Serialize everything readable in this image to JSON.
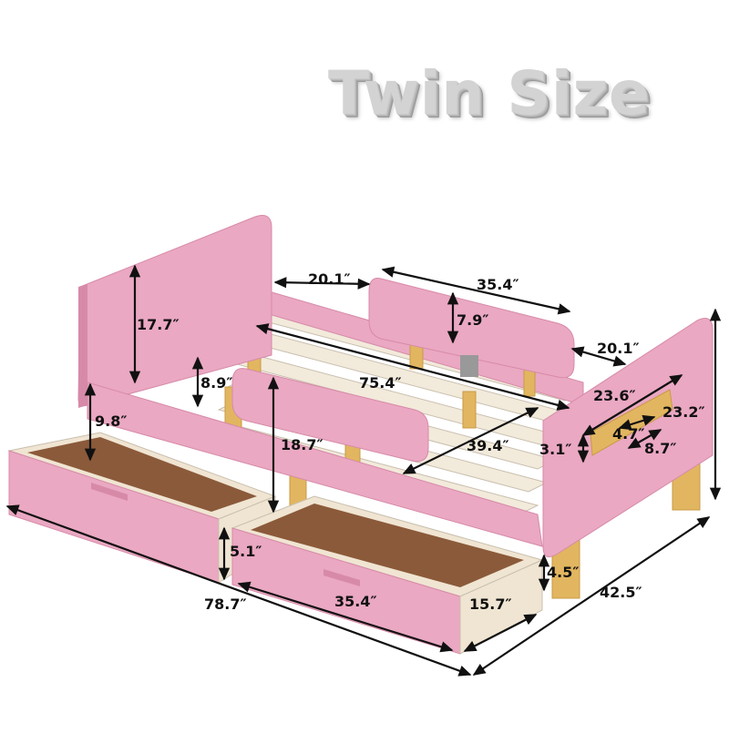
{
  "title": "Twin Size",
  "colors": {
    "bed_pink": "#eaa8c2",
    "bed_pink_dark": "#d78aa8",
    "bed_pink_light": "#f3c3d6",
    "wood": "#e2b660",
    "slat": "#f2eadb",
    "drawer_bottom": "#8b5a3a",
    "dimension_line": "#111111"
  },
  "dimensions": {
    "headboard_height": "17.7″",
    "side_gap_left": "20.1″",
    "guardrail_length": "35.4″",
    "guardrail_height": "7.9″",
    "side_gap_right": "20.1″",
    "inner_length": "75.4″",
    "rail_height": "8.9″",
    "headboard_side_height": "9.8″",
    "front_rail_height": "18.7″",
    "inner_width": "39.4″",
    "footboard_width": "23.6″",
    "footboard_height": "23.2″",
    "footboard_cutout_width": "4.7″",
    "footboard_cutout_depth": "8.7″",
    "footboard_clearance": "3.1″",
    "drawer_height": "5.1″",
    "drawer_length": "35.4″",
    "drawer_depth": "15.7″",
    "leg_clearance": "4.5″",
    "overall_length": "78.7″",
    "overall_width": "42.5″"
  }
}
